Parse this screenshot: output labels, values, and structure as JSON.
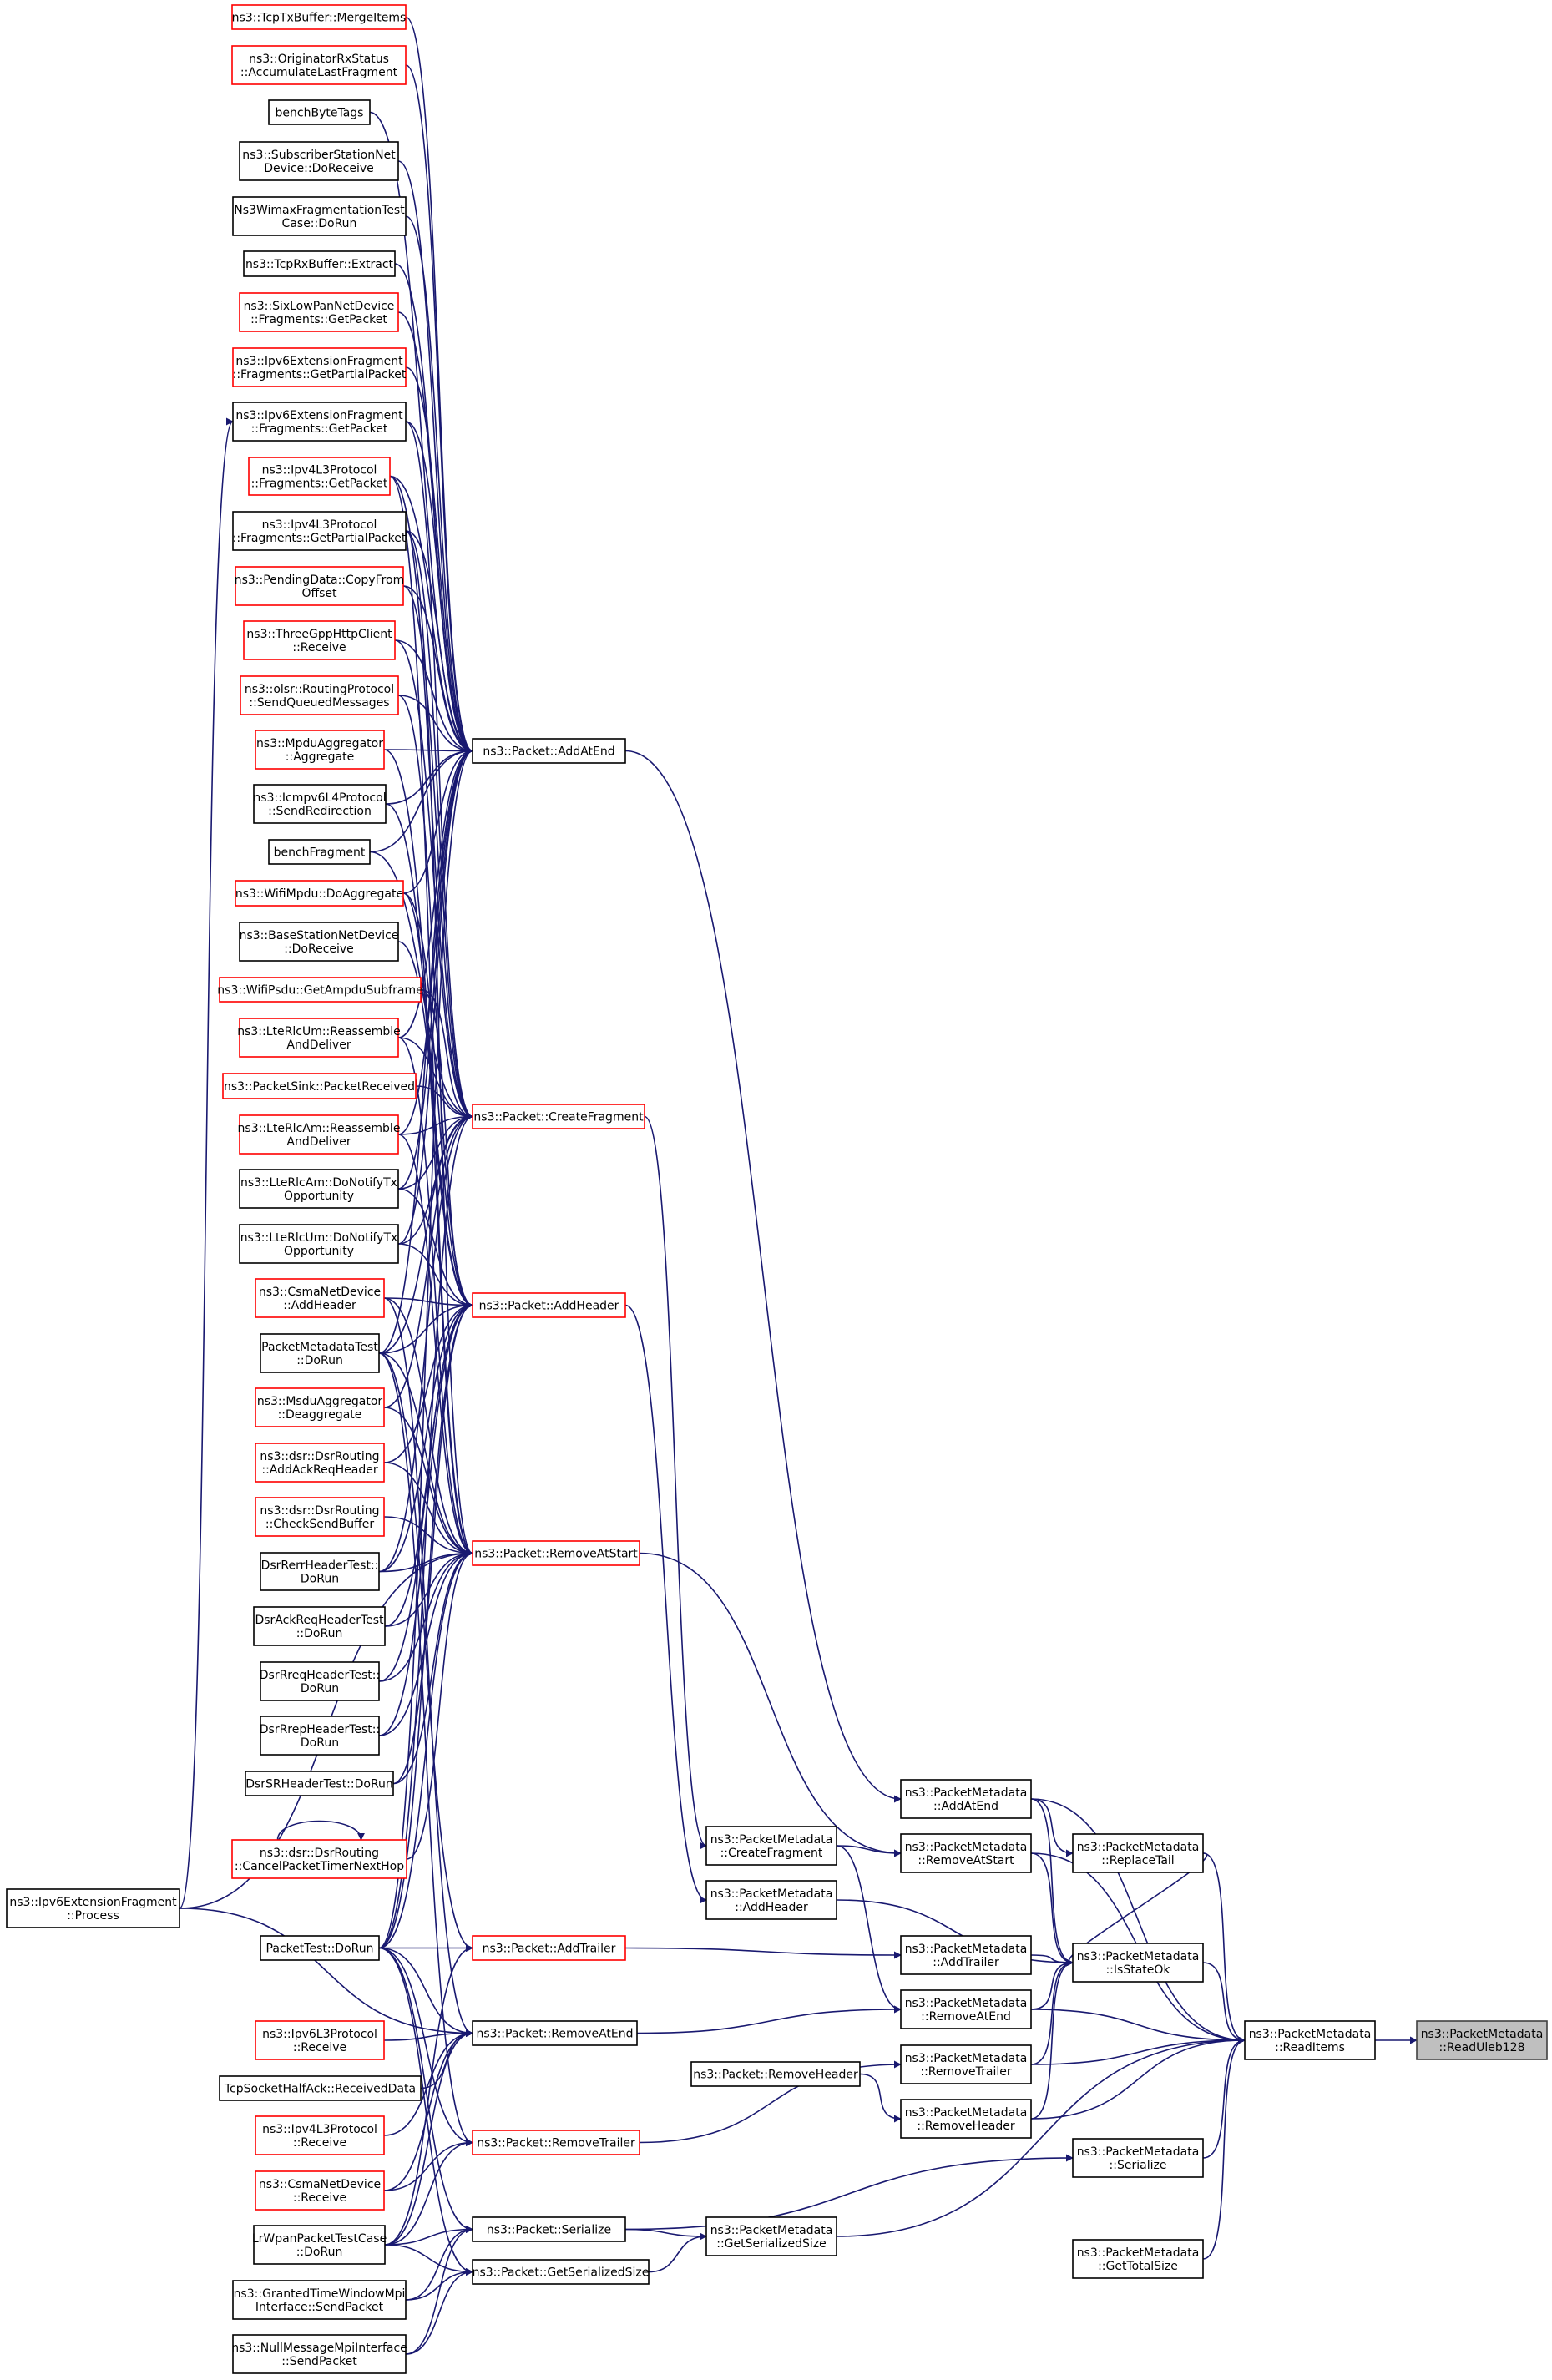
{
  "colors": {
    "normal_border": "#000000",
    "incomplete_border": "#ff0000",
    "root_fill": "#bfbfbf",
    "root_border": "#404040",
    "edge": "#191970",
    "background": "#ffffff"
  },
  "nodes": [
    {
      "id": "mergeItems",
      "lines": [
        "ns3::TcpTxBuffer::MergeItems"
      ],
      "style": "incomplete"
    },
    {
      "id": "accumulate",
      "lines": [
        "ns3::OriginatorRxStatus",
        "::AccumulateLastFragment"
      ],
      "style": "incomplete"
    },
    {
      "id": "benchByteTags",
      "lines": [
        "benchByteTags"
      ],
      "style": "normal"
    },
    {
      "id": "subscriberDoReceive",
      "lines": [
        "ns3::SubscriberStationNet",
        "Device::DoReceive"
      ],
      "style": "normal"
    },
    {
      "id": "wimaxFragTest",
      "lines": [
        "Ns3WimaxFragmentationTest",
        "Case::DoRun"
      ],
      "style": "normal"
    },
    {
      "id": "tcpRxExtract",
      "lines": [
        "ns3::TcpRxBuffer::Extract"
      ],
      "style": "normal"
    },
    {
      "id": "sixLowPanGetPacket",
      "lines": [
        "ns3::SixLowPanNetDevice",
        "::Fragments::GetPacket"
      ],
      "style": "incomplete"
    },
    {
      "id": "ipv6ExtGetPartial",
      "lines": [
        "ns3::Ipv6ExtensionFragment",
        "::Fragments::GetPartialPacket"
      ],
      "style": "incomplete"
    },
    {
      "id": "ipv6ExtGetPacket",
      "lines": [
        "ns3::Ipv6ExtensionFragment",
        "::Fragments::GetPacket"
      ],
      "style": "normal"
    },
    {
      "id": "ipv4FragGetPacket",
      "lines": [
        "ns3::Ipv4L3Protocol",
        "::Fragments::GetPacket"
      ],
      "style": "incomplete"
    },
    {
      "id": "ipv4FragGetPartial",
      "lines": [
        "ns3::Ipv4L3Protocol",
        "::Fragments::GetPartialPacket"
      ],
      "style": "normal"
    },
    {
      "id": "pendingCopy",
      "lines": [
        "ns3::PendingData::CopyFrom",
        "Offset"
      ],
      "style": "incomplete"
    },
    {
      "id": "threeGpp",
      "lines": [
        "ns3::ThreeGppHttpClient",
        "::Receive"
      ],
      "style": "incomplete"
    },
    {
      "id": "olsrSend",
      "lines": [
        "ns3::olsr::RoutingProtocol",
        "::SendQueuedMessages"
      ],
      "style": "incomplete"
    },
    {
      "id": "mpduAggregate",
      "lines": [
        "ns3::MpduAggregator",
        "::Aggregate"
      ],
      "style": "incomplete"
    },
    {
      "id": "icmpv6Redirect",
      "lines": [
        "ns3::Icmpv6L4Protocol",
        "::SendRedirection"
      ],
      "style": "normal"
    },
    {
      "id": "benchFragment",
      "lines": [
        "benchFragment"
      ],
      "style": "normal"
    },
    {
      "id": "wifiMpduAgg",
      "lines": [
        "ns3::WifiMpdu::DoAggregate"
      ],
      "style": "incomplete"
    },
    {
      "id": "baseStationDoReceive",
      "lines": [
        "ns3::BaseStationNetDevice",
        "::DoReceive"
      ],
      "style": "normal"
    },
    {
      "id": "wifiPsduGetAmpdu",
      "lines": [
        "ns3::WifiPsdu::GetAmpduSubframe"
      ],
      "style": "incomplete"
    },
    {
      "id": "lteUmReassemble",
      "lines": [
        "ns3::LteRlcUm::Reassemble",
        "AndDeliver"
      ],
      "style": "incomplete"
    },
    {
      "id": "packetSinkReceived",
      "lines": [
        "ns3::PacketSink::PacketReceived"
      ],
      "style": "incomplete"
    },
    {
      "id": "lteAmReassemble",
      "lines": [
        "ns3::LteRlcAm::Reassemble",
        "AndDeliver"
      ],
      "style": "incomplete"
    },
    {
      "id": "lteAmNotifyTx",
      "lines": [
        "ns3::LteRlcAm::DoNotifyTx",
        "Opportunity"
      ],
      "style": "normal"
    },
    {
      "id": "lteUmNotifyTx",
      "lines": [
        "ns3::LteRlcUm::DoNotifyTx",
        "Opportunity"
      ],
      "style": "normal"
    },
    {
      "id": "csmaAddHeader",
      "lines": [
        "ns3::CsmaNetDevice",
        "::AddHeader"
      ],
      "style": "incomplete"
    },
    {
      "id": "packetMetadataTest",
      "lines": [
        "PacketMetadataTest",
        "::DoRun"
      ],
      "style": "normal"
    },
    {
      "id": "msduDeaggregate",
      "lines": [
        "ns3::MsduAggregator",
        "::Deaggregate"
      ],
      "style": "incomplete"
    },
    {
      "id": "dsrAddAck",
      "lines": [
        "ns3::dsr::DsrRouting",
        "::AddAckReqHeader"
      ],
      "style": "incomplete"
    },
    {
      "id": "dsrCheckSend",
      "lines": [
        "ns3::dsr::DsrRouting",
        "::CheckSendBuffer"
      ],
      "style": "incomplete"
    },
    {
      "id": "dsrRerrTest",
      "lines": [
        "DsrRerrHeaderTest::",
        "DoRun"
      ],
      "style": "normal"
    },
    {
      "id": "dsrAckReqTest",
      "lines": [
        "DsrAckReqHeaderTest",
        "::DoRun"
      ],
      "style": "normal"
    },
    {
      "id": "dsrRreqTest",
      "lines": [
        "DsrRreqHeaderTest::",
        "DoRun"
      ],
      "style": "normal"
    },
    {
      "id": "dsrRrepTest",
      "lines": [
        "DsrRrepHeaderTest::",
        "DoRun"
      ],
      "style": "normal"
    },
    {
      "id": "dsrSRTest",
      "lines": [
        "DsrSRHeaderTest::DoRun"
      ],
      "style": "normal"
    },
    {
      "id": "dsrCancelTimer",
      "lines": [
        "ns3::dsr::DsrRouting",
        "::CancelPacketTimerNextHop"
      ],
      "style": "incomplete"
    },
    {
      "id": "ipv6ExtProcess",
      "lines": [
        "ns3::Ipv6ExtensionFragment",
        "::Process"
      ],
      "style": "normal"
    },
    {
      "id": "packetTestDoRun",
      "lines": [
        "PacketTest::DoRun"
      ],
      "style": "normal"
    },
    {
      "id": "ipv6L3Receive",
      "lines": [
        "ns3::Ipv6L3Protocol",
        "::Receive"
      ],
      "style": "incomplete"
    },
    {
      "id": "tcpSocketHalfAck",
      "lines": [
        "TcpSocketHalfAck::ReceivedData"
      ],
      "style": "normal"
    },
    {
      "id": "ipv4L3Receive",
      "lines": [
        "ns3::Ipv4L3Protocol",
        "::Receive"
      ],
      "style": "incomplete"
    },
    {
      "id": "csmaReceive",
      "lines": [
        "ns3::CsmaNetDevice",
        "::Receive"
      ],
      "style": "incomplete"
    },
    {
      "id": "lrWpanTest",
      "lines": [
        "LrWpanPacketTestCase",
        "::DoRun"
      ],
      "style": "normal"
    },
    {
      "id": "grantedTimeSend",
      "lines": [
        "ns3::GrantedTimeWindowMpi",
        "Interface::SendPacket"
      ],
      "style": "normal"
    },
    {
      "id": "nullMessageSend",
      "lines": [
        "ns3::NullMessageMpiInterface",
        "::SendPacket"
      ],
      "style": "normal"
    },
    {
      "id": "packetAddAtEnd",
      "lines": [
        "ns3::Packet::AddAtEnd"
      ],
      "style": "normal"
    },
    {
      "id": "packetCreateFragment",
      "lines": [
        "ns3::Packet::CreateFragment"
      ],
      "style": "incomplete"
    },
    {
      "id": "packetAddHeader",
      "lines": [
        "ns3::Packet::AddHeader"
      ],
      "style": "incomplete"
    },
    {
      "id": "packetRemoveAtStart",
      "lines": [
        "ns3::Packet::RemoveAtStart"
      ],
      "style": "incomplete"
    },
    {
      "id": "packetAddTrailer",
      "lines": [
        "ns3::Packet::AddTrailer"
      ],
      "style": "incomplete"
    },
    {
      "id": "packetRemoveAtEnd",
      "lines": [
        "ns3::Packet::RemoveAtEnd"
      ],
      "style": "normal"
    },
    {
      "id": "packetRemoveTrailer",
      "lines": [
        "ns3::Packet::RemoveTrailer"
      ],
      "style": "incomplete"
    },
    {
      "id": "packetSerialize",
      "lines": [
        "ns3::Packet::Serialize"
      ],
      "style": "normal"
    },
    {
      "id": "packetGetSerializedSize",
      "lines": [
        "ns3::Packet::GetSerializedSize"
      ],
      "style": "normal"
    },
    {
      "id": "pmCreateFragment",
      "lines": [
        "ns3::PacketMetadata",
        "::CreateFragment"
      ],
      "style": "normal"
    },
    {
      "id": "pmAddHeader",
      "lines": [
        "ns3::PacketMetadata",
        "::AddHeader"
      ],
      "style": "normal"
    },
    {
      "id": "packetRemoveHeader",
      "lines": [
        "ns3::Packet::RemoveHeader"
      ],
      "style": "normal"
    },
    {
      "id": "pmGetSerializedSize",
      "lines": [
        "ns3::PacketMetadata",
        "::GetSerializedSize"
      ],
      "style": "normal"
    },
    {
      "id": "pmAddAtEnd",
      "lines": [
        "ns3::PacketMetadata",
        "::AddAtEnd"
      ],
      "style": "normal"
    },
    {
      "id": "pmRemoveAtStart",
      "lines": [
        "ns3::PacketMetadata",
        "::RemoveAtStart"
      ],
      "style": "normal"
    },
    {
      "id": "pmAddTrailer",
      "lines": [
        "ns3::PacketMetadata",
        "::AddTrailer"
      ],
      "style": "normal"
    },
    {
      "id": "pmRemoveAtEnd",
      "lines": [
        "ns3::PacketMetadata",
        "::RemoveAtEnd"
      ],
      "style": "normal"
    },
    {
      "id": "pmRemoveTrailer",
      "lines": [
        "ns3::PacketMetadata",
        "::RemoveTrailer"
      ],
      "style": "normal"
    },
    {
      "id": "pmRemoveHeader",
      "lines": [
        "ns3::PacketMetadata",
        "::RemoveHeader"
      ],
      "style": "normal"
    },
    {
      "id": "pmReplaceTail",
      "lines": [
        "ns3::PacketMetadata",
        "::ReplaceTail"
      ],
      "style": "normal"
    },
    {
      "id": "pmIsStateOk",
      "lines": [
        "ns3::PacketMetadata",
        "::IsStateOk"
      ],
      "style": "normal"
    },
    {
      "id": "pmSerialize",
      "lines": [
        "ns3::PacketMetadata",
        "::Serialize"
      ],
      "style": "normal"
    },
    {
      "id": "pmGetTotalSize",
      "lines": [
        "ns3::PacketMetadata",
        "::GetTotalSize"
      ],
      "style": "normal"
    },
    {
      "id": "pmReadItems",
      "lines": [
        "ns3::PacketMetadata",
        "::ReadItems"
      ],
      "style": "normal"
    },
    {
      "id": "pmReadUleb128",
      "lines": [
        "ns3::PacketMetadata",
        "::ReadUleb128"
      ],
      "style": "root"
    }
  ],
  "edges": [
    [
      "pmReadItems",
      "pmReadUleb128"
    ],
    [
      "pmAddAtEnd",
      "pmReadItems"
    ],
    [
      "pmRemoveAtStart",
      "pmReadItems"
    ],
    [
      "pmIsStateOk",
      "pmReadItems"
    ],
    [
      "pmRemoveAtEnd",
      "pmReadItems"
    ],
    [
      "pmRemoveTrailer",
      "pmReadItems"
    ],
    [
      "pmRemoveHeader",
      "pmReadItems"
    ],
    [
      "pmReplaceTail",
      "pmReadItems"
    ],
    [
      "pmSerialize",
      "pmReadItems"
    ],
    [
      "pmGetTotalSize",
      "pmReadItems"
    ],
    [
      "pmGetSerializedSize",
      "pmReadItems"
    ],
    [
      "pmAddAtEnd",
      "pmIsStateOk"
    ],
    [
      "pmRemoveAtStart",
      "pmIsStateOk"
    ],
    [
      "pmAddTrailer",
      "pmIsStateOk"
    ],
    [
      "pmRemoveAtEnd",
      "pmIsStateOk"
    ],
    [
      "pmRemoveTrailer",
      "pmIsStateOk"
    ],
    [
      "pmRemoveHeader",
      "pmIsStateOk"
    ],
    [
      "pmAddHeader",
      "pmIsStateOk"
    ],
    [
      "pmReplaceTail",
      "pmIsStateOk"
    ],
    [
      "pmAddAtEnd",
      "pmReplaceTail"
    ],
    [
      "pmCreateFragment",
      "pmRemoveAtStart"
    ],
    [
      "pmCreateFragment",
      "pmRemoveAtEnd"
    ],
    [
      "packetRemoveHeader",
      "pmRemoveHeader"
    ],
    [
      "packetAddAtEnd",
      "pmAddAtEnd"
    ],
    [
      "packetCreateFragment",
      "pmCreateFragment"
    ],
    [
      "packetAddHeader",
      "pmAddHeader"
    ],
    [
      "packetRemoveAtStart",
      "pmRemoveAtStart"
    ],
    [
      "packetAddTrailer",
      "pmAddTrailer"
    ],
    [
      "packetRemoveAtEnd",
      "pmRemoveAtEnd"
    ],
    [
      "packetRemoveTrailer",
      "pmRemoveTrailer"
    ],
    [
      "packetSerialize",
      "pmSerialize"
    ],
    [
      "packetSerialize",
      "pmGetSerializedSize"
    ],
    [
      "packetGetSerializedSize",
      "pmGetSerializedSize"
    ],
    [
      "mergeItems",
      "packetAddAtEnd"
    ],
    [
      "accumulate",
      "packetAddAtEnd"
    ],
    [
      "benchByteTags",
      "packetAddAtEnd"
    ],
    [
      "subscriberDoReceive",
      "packetAddAtEnd"
    ],
    [
      "wimaxFragTest",
      "packetAddAtEnd"
    ],
    [
      "tcpRxExtract",
      "packetAddAtEnd"
    ],
    [
      "sixLowPanGetPacket",
      "packetAddAtEnd"
    ],
    [
      "ipv6ExtGetPartial",
      "packetAddAtEnd"
    ],
    [
      "ipv6ExtGetPacket",
      "packetAddAtEnd"
    ],
    [
      "ipv4FragGetPacket",
      "packetAddAtEnd"
    ],
    [
      "ipv4FragGetPartial",
      "packetAddAtEnd"
    ],
    [
      "pendingCopy",
      "packetAddAtEnd"
    ],
    [
      "threeGpp",
      "packetAddAtEnd"
    ],
    [
      "olsrSend",
      "packetAddAtEnd"
    ],
    [
      "mpduAggregate",
      "packetAddAtEnd"
    ],
    [
      "icmpv6Redirect",
      "packetAddAtEnd"
    ],
    [
      "benchFragment",
      "packetAddAtEnd"
    ],
    [
      "wifiMpduAgg",
      "packetAddAtEnd"
    ],
    [
      "lteUmReassemble",
      "packetAddAtEnd"
    ],
    [
      "lteAmReassemble",
      "packetAddAtEnd"
    ],
    [
      "lteAmNotifyTx",
      "packetAddAtEnd"
    ],
    [
      "lteUmNotifyTx",
      "packetAddAtEnd"
    ],
    [
      "packetMetadataTest",
      "packetAddAtEnd"
    ],
    [
      "packetTestDoRun",
      "packetAddAtEnd"
    ],
    [
      "ipv6ExtGetPacket",
      "packetCreateFragment"
    ],
    [
      "ipv4FragGetPacket",
      "packetCreateFragment"
    ],
    [
      "ipv4FragGetPartial",
      "packetCreateFragment"
    ],
    [
      "pendingCopy",
      "packetCreateFragment"
    ],
    [
      "threeGpp",
      "packetCreateFragment"
    ],
    [
      "benchFragment",
      "packetCreateFragment"
    ],
    [
      "wifiPsduGetAmpdu",
      "packetCreateFragment"
    ],
    [
      "packetSinkReceived",
      "packetCreateFragment"
    ],
    [
      "lteAmNotifyTx",
      "packetCreateFragment"
    ],
    [
      "lteUmNotifyTx",
      "packetCreateFragment"
    ],
    [
      "packetMetadataTest",
      "packetCreateFragment"
    ],
    [
      "msduDeaggregate",
      "packetCreateFragment"
    ],
    [
      "lteUmReassemble",
      "packetCreateFragment"
    ],
    [
      "lteAmReassemble",
      "packetCreateFragment"
    ],
    [
      "dsrRerrTest",
      "packetCreateFragment"
    ],
    [
      "packetTestDoRun",
      "packetCreateFragment"
    ],
    [
      "lteAmNotifyTx",
      "packetAddHeader"
    ],
    [
      "lteUmNotifyTx",
      "packetAddHeader"
    ],
    [
      "csmaAddHeader",
      "packetAddHeader"
    ],
    [
      "packetMetadataTest",
      "packetAddHeader"
    ],
    [
      "mpduAggregate",
      "packetAddHeader"
    ],
    [
      "olsrSend",
      "packetAddHeader"
    ],
    [
      "icmpv6Redirect",
      "packetAddHeader"
    ],
    [
      "wifiMpduAgg",
      "packetAddHeader"
    ],
    [
      "dsrAddAck",
      "packetAddHeader"
    ],
    [
      "dsrRerrTest",
      "packetAddHeader"
    ],
    [
      "dsrAckReqTest",
      "packetAddHeader"
    ],
    [
      "dsrRreqTest",
      "packetAddHeader"
    ],
    [
      "dsrRrepTest",
      "packetAddHeader"
    ],
    [
      "dsrSRTest",
      "packetAddHeader"
    ],
    [
      "packetTestDoRun",
      "packetAddHeader"
    ],
    [
      "wifiPsduGetAmpdu",
      "packetAddHeader"
    ],
    [
      "baseStationDoReceive",
      "packetAddHeader"
    ],
    [
      "lteUmReassemble",
      "packetRemoveAtStart"
    ],
    [
      "lteAmReassemble",
      "packetRemoveAtStart"
    ],
    [
      "csmaAddHeader",
      "packetRemoveAtStart"
    ],
    [
      "packetMetadataTest",
      "packetRemoveAtStart"
    ],
    [
      "msduDeaggregate",
      "packetRemoveAtStart"
    ],
    [
      "dsrAddAck",
      "packetRemoveAtStart"
    ],
    [
      "dsrCheckSend",
      "packetRemoveAtStart"
    ],
    [
      "dsrRerrTest",
      "packetRemoveAtStart"
    ],
    [
      "dsrAckReqTest",
      "packetRemoveAtStart"
    ],
    [
      "dsrRreqTest",
      "packetRemoveAtStart"
    ],
    [
      "dsrRrepTest",
      "packetRemoveAtStart"
    ],
    [
      "dsrSRTest",
      "packetRemoveAtStart"
    ],
    [
      "dsrCancelTimer",
      "packetRemoveAtStart"
    ],
    [
      "ipv6ExtProcess",
      "packetRemoveAtStart"
    ],
    [
      "packetTestDoRun",
      "packetRemoveAtStart"
    ],
    [
      "ipv4FragGetPacket",
      "packetRemoveAtStart"
    ],
    [
      "wifiMpduAgg",
      "packetRemoveAtStart"
    ],
    [
      "ipv4FragGetPartial",
      "packetRemoveAtStart"
    ],
    [
      "packetTestDoRun",
      "packetAddTrailer"
    ],
    [
      "lrWpanTest",
      "packetAddTrailer"
    ],
    [
      "packetMetadataTest",
      "packetAddTrailer"
    ],
    [
      "ipv6L3Receive",
      "packetRemoveAtEnd"
    ],
    [
      "tcpSocketHalfAck",
      "packetRemoveAtEnd"
    ],
    [
      "packetTestDoRun",
      "packetRemoveAtEnd"
    ],
    [
      "ipv6ExtProcess",
      "packetRemoveAtEnd"
    ],
    [
      "lrWpanTest",
      "packetRemoveAtEnd"
    ],
    [
      "ipv4L3Receive",
      "packetRemoveAtEnd"
    ],
    [
      "csmaReceive",
      "packetRemoveAtEnd"
    ],
    [
      "csmaAddHeader",
      "packetRemoveAtEnd"
    ],
    [
      "csmaReceive",
      "packetRemoveTrailer"
    ],
    [
      "packetTestDoRun",
      "packetRemoveTrailer"
    ],
    [
      "lrWpanTest",
      "packetRemoveTrailer"
    ],
    [
      "packetMetadataTest",
      "packetRemoveTrailer"
    ],
    [
      "lrWpanTest",
      "packetSerialize"
    ],
    [
      "grantedTimeSend",
      "packetSerialize"
    ],
    [
      "nullMessageSend",
      "packetSerialize"
    ],
    [
      "packetTestDoRun",
      "packetSerialize"
    ],
    [
      "lrWpanTest",
      "packetGetSerializedSize"
    ],
    [
      "grantedTimeSend",
      "packetGetSerializedSize"
    ],
    [
      "nullMessageSend",
      "packetGetSerializedSize"
    ],
    [
      "packetTestDoRun",
      "packetGetSerializedSize"
    ],
    [
      "ipv6ExtProcess",
      "ipv6ExtGetPacket"
    ],
    [
      "dsrCancelTimer",
      "dsrCancelTimer"
    ]
  ]
}
